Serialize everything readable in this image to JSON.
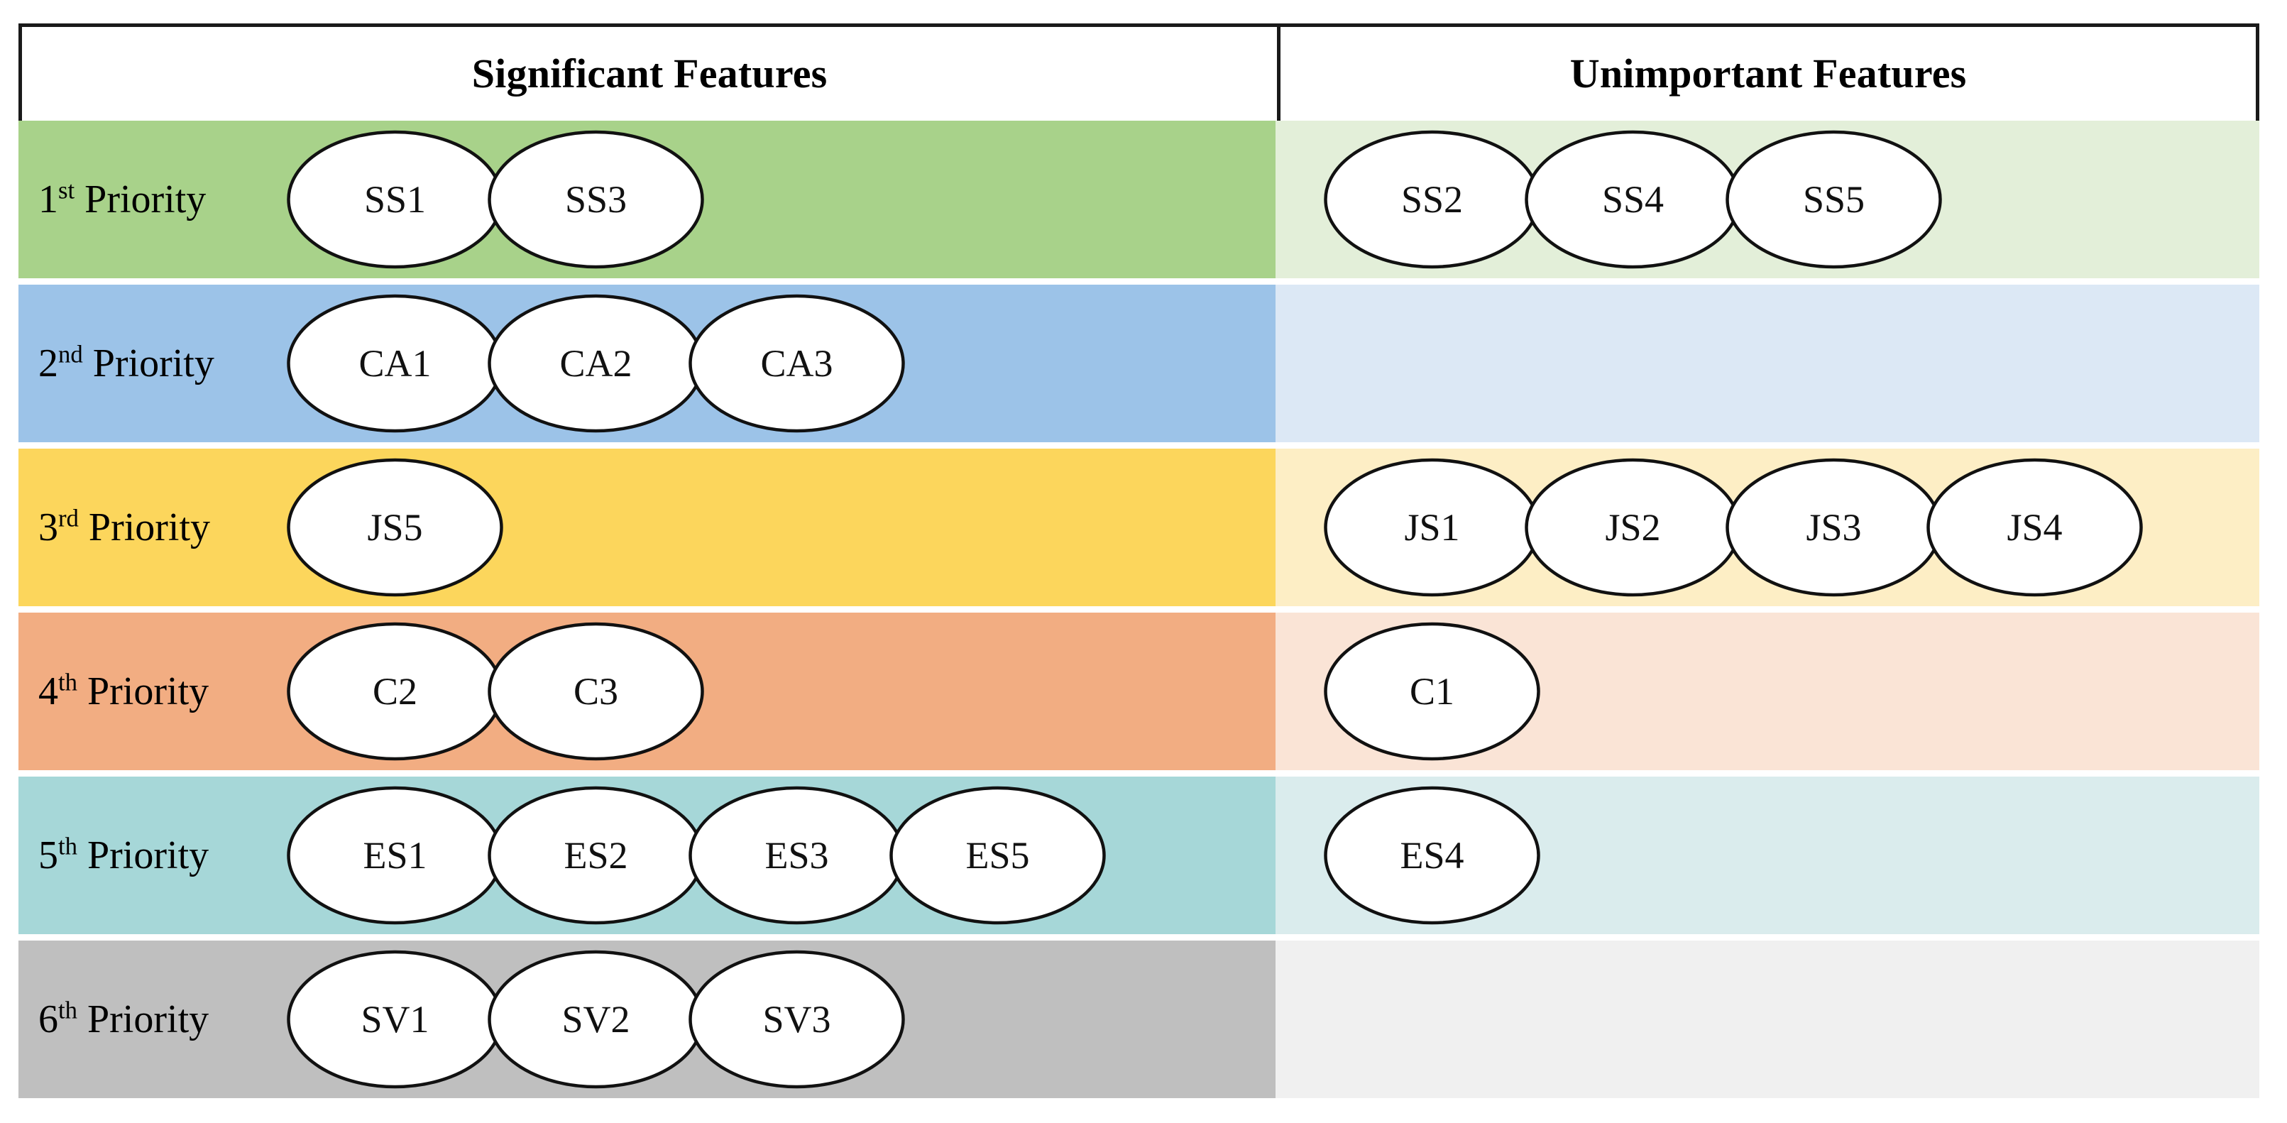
{
  "header": {
    "columns": [
      {
        "label": "Significant Features"
      },
      {
        "label": "Unimportant Features"
      }
    ]
  },
  "colors": {
    "border": "#1a1a1a",
    "node_fill": "#ffffff",
    "node_stroke": "#111111",
    "rows": [
      {
        "significant": "#a8d28a",
        "unimportant": "#e3efd9"
      },
      {
        "significant": "#9cc3e8",
        "unimportant": "#dce8f5"
      },
      {
        "significant": "#fcd65c",
        "unimportant": "#fdeec5"
      },
      {
        "significant": "#f2ad82",
        "unimportant": "#fae4d6"
      },
      {
        "significant": "#a6d7d8",
        "unimportant": "#daeced"
      },
      {
        "significant": "#bfbfbf",
        "unimportant": "#f0f0f0"
      }
    ]
  },
  "rows": [
    {
      "ordinal": "1",
      "suffix": "st",
      "label_tail": " Priority",
      "significant": [
        "SS1",
        "SS3"
      ],
      "unimportant": [
        "SS2",
        "SS4",
        "SS5"
      ]
    },
    {
      "ordinal": "2",
      "suffix": "nd",
      "label_tail": " Priority",
      "significant": [
        "CA1",
        "CA2",
        "CA3"
      ],
      "unimportant": []
    },
    {
      "ordinal": "3",
      "suffix": "rd",
      "label_tail": " Priority",
      "significant": [
        "JS5"
      ],
      "unimportant": [
        "JS1",
        "JS2",
        "JS3",
        "JS4"
      ]
    },
    {
      "ordinal": "4",
      "suffix": "th",
      "label_tail": " Priority",
      "significant": [
        "C2",
        "C3"
      ],
      "unimportant": [
        "C1"
      ]
    },
    {
      "ordinal": "5",
      "suffix": "th",
      "label_tail": " Priority",
      "significant": [
        "ES1",
        "ES2",
        "ES3",
        "ES5"
      ],
      "unimportant": [
        "ES4"
      ]
    },
    {
      "ordinal": "6",
      "suffix": "th",
      "label_tail": " Priority",
      "significant": [
        "SV1",
        "SV2",
        "SV3"
      ],
      "unimportant": []
    }
  ]
}
